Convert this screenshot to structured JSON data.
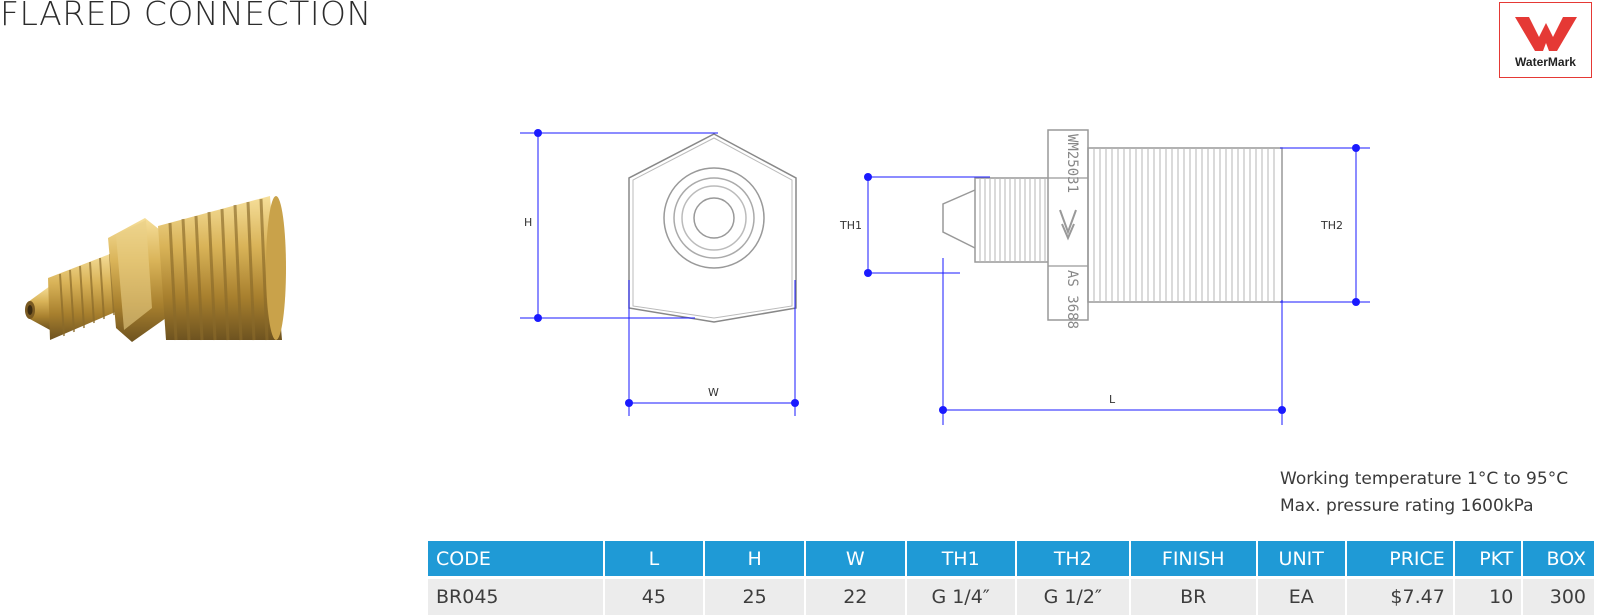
{
  "header": {
    "title": "FLARED CONNECTION"
  },
  "certification": {
    "logo_text": "WaterMark",
    "logo_icon": "watermark-logo-icon",
    "logo_color": "#e53935"
  },
  "drawing": {
    "labels": {
      "h": "H",
      "w": "W",
      "th1": "TH1",
      "th2": "TH2",
      "l": "L"
    },
    "markings": {
      "top": "WM25031",
      "bottom": "AS 3688"
    },
    "dimension_color": "#1a1aff"
  },
  "notes": {
    "temperature": "Working temperature 1°C to 95°C",
    "pressure": "Max. pressure rating 1600kPa"
  },
  "table": {
    "header_color": "#1f9ad6",
    "columns": [
      "CODE",
      "L",
      "H",
      "W",
      "TH1",
      "TH2",
      "FINISH",
      "UNIT",
      "PRICE",
      "PKT",
      "BOX"
    ],
    "rows": [
      [
        "BR045",
        "45",
        "25",
        "22",
        "G 1/4″",
        "G 1/2″",
        "BR",
        "EA",
        "$7.47",
        "10",
        "300"
      ]
    ]
  }
}
